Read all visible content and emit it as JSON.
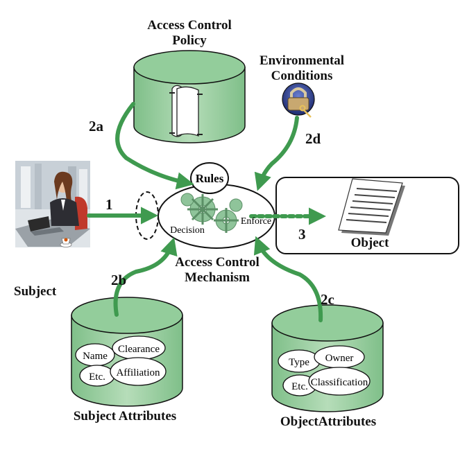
{
  "labels": {
    "policy_line1": "Access Control",
    "policy_line2": "Policy",
    "env_line1": "Environmental",
    "env_line2": "Conditions",
    "mech_line1": "Access Control",
    "mech_line2": "Mechanism",
    "subject": "Subject",
    "subject_attributes": "Subject Attributes",
    "object_attributes": "ObjectAttributes",
    "object": "Object",
    "rules": "Rules",
    "decision": "Decision",
    "enforce": "Enforce"
  },
  "steps": {
    "s1": "1",
    "s2a": "2a",
    "s2b": "2b",
    "s2c": "2c",
    "s2d": "2d",
    "s3": "3"
  },
  "subject_attribute_items": {
    "name": "Name",
    "clearance": "Clearance",
    "etc": "Etc.",
    "affiliation": "Affiliation"
  },
  "object_attribute_items": {
    "type": "Type",
    "owner": "Owner",
    "etc": "Etc.",
    "classification": "Classification"
  },
  "colors": {
    "arrow_green": "#3f9a4f",
    "cylinder_fill": "#a9d6ae",
    "cylinder_top": "#8ccb95",
    "gear": "#8fc49a"
  }
}
